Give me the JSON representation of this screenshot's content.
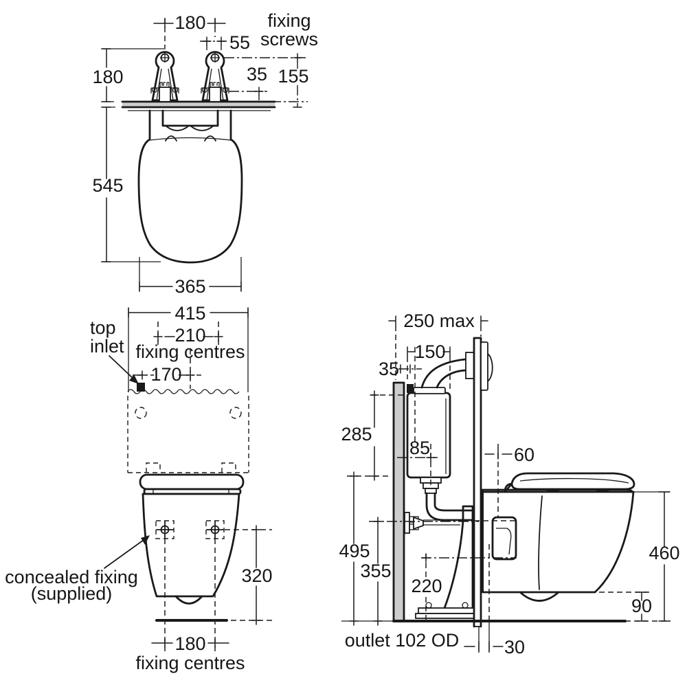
{
  "colors": {
    "line": "#1a1a1a",
    "wall_fill": "#cdcdcd",
    "background": "#ffffff"
  },
  "plan_view": {
    "fixing_screws_label": [
      "fixing",
      "screws"
    ],
    "dim_bracket_centres": "180",
    "dim_bracket_width": "55",
    "dim_bracket_height": "180",
    "dim_base_to_wall": "35",
    "dim_screw_to_wall": "155",
    "dim_pan_depth": "545",
    "dim_pan_width": "365"
  },
  "front_view": {
    "dim_cistern_width": "415",
    "dim_top_fixing_centres": "210",
    "top_fixing_centres_label": "fixing centres",
    "dim_inlet_offset": "170",
    "top_inlet_label": [
      "top",
      "inlet"
    ],
    "concealed_fixing_label": [
      "concealed fixing",
      "(supplied)"
    ],
    "dim_fixing_height": "320",
    "dim_bottom_fixing_centres": "180",
    "bottom_fixing_centres_label": "fixing centres"
  },
  "side_view": {
    "dim_depth_max": "250 max",
    "dim_flush_projection": "150",
    "dim_wall_thickness": "35",
    "dim_cistern_height": "285",
    "dim_cistern_centre": "85",
    "dim_seat_fixing": "60",
    "dim_cistern_base_height": "495",
    "dim_inlet_height": "355",
    "dim_outlet_height": "220",
    "dim_rim_height": "460",
    "dim_underside_height": "90",
    "dim_panel_offset": "30",
    "outlet_label": "outlet 102 OD"
  }
}
